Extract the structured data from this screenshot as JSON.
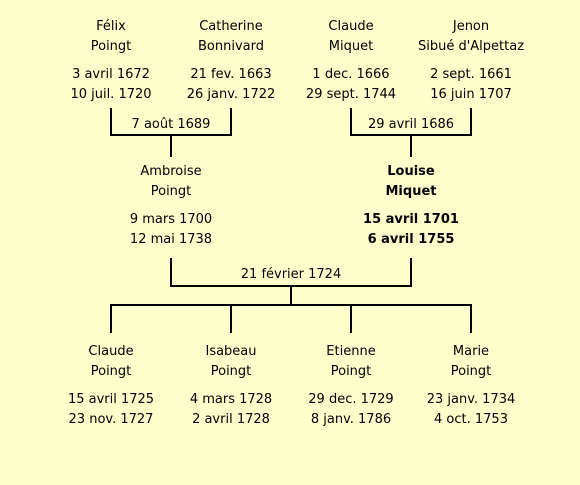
{
  "grandparents": [
    {
      "first": "Félix",
      "last": "Poingt",
      "birth": "3 avril 1672",
      "death": "10 juil. 1720"
    },
    {
      "first": "Catherine",
      "last": "Bonnivard",
      "birth": "21 fev. 1663",
      "death": "26 janv. 1722"
    },
    {
      "first": "Claude",
      "last": "Miquet",
      "birth": "1 dec. 1666",
      "death": "29 sept. 1744"
    },
    {
      "first": "Jenon",
      "last": "Sibué d'Alpettaz",
      "birth": "2 sept. 1661",
      "death": "16 juin 1707"
    }
  ],
  "marriages": {
    "left_grandparents": "7 août 1689",
    "right_grandparents": "29 avril 1686",
    "parents": "21 février 1724"
  },
  "parents": [
    {
      "first": "Ambroise",
      "last": "Poingt",
      "birth": "9 mars 1700",
      "death": "12 mai 1738"
    },
    {
      "first": "Louise",
      "last": "Miquet",
      "birth": "15 avril 1701",
      "death": "6 avril 1755"
    }
  ],
  "children": [
    {
      "first": "Claude",
      "last": "Poingt",
      "birth": "15 avril 1725",
      "death": "23 nov. 1727"
    },
    {
      "first": "Isabeau",
      "last": "Poingt",
      "birth": "4 mars 1728",
      "death": "2 avril 1728"
    },
    {
      "first": "Etienne",
      "last": "Poingt",
      "birth": "29 dec. 1729",
      "death": "8 janv. 1786"
    },
    {
      "first": "Marie",
      "last": "Poingt",
      "birth": "23 janv. 1734",
      "death": "4 oct. 1753"
    }
  ]
}
